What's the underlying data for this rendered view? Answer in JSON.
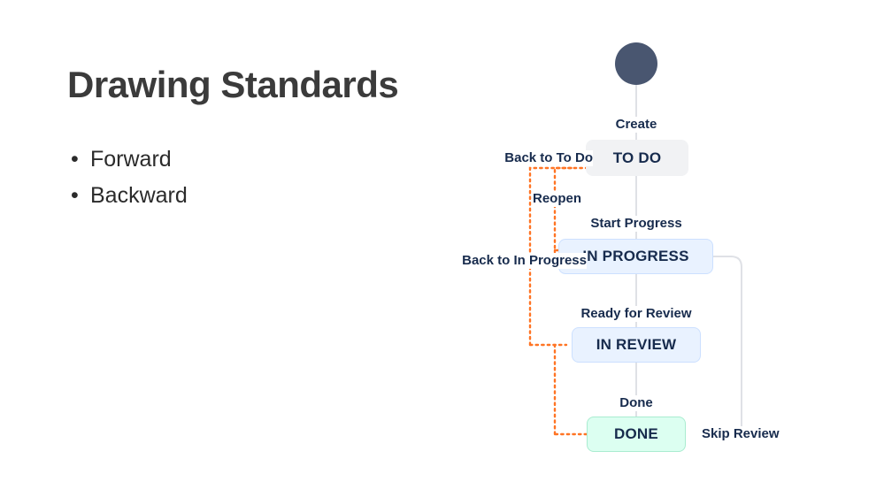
{
  "slide": {
    "title": "Drawing Standards",
    "bullets": [
      {
        "marker": "•",
        "text": "Forward"
      },
      {
        "marker": "•",
        "text": "Backward"
      }
    ]
  },
  "diagram": {
    "name": "jira-workflow-diagram",
    "colors": {
      "start_node": "#495670",
      "todo_fill": "#f1f2f4",
      "blue_fill": "#e9f2ff",
      "blue_border": "#cce0ff",
      "green_fill": "#dcfff1",
      "green_border": "#a9ecd0",
      "forward_edge": "#dfe1e6",
      "backward_edge": "#ff7424",
      "label_text": "#172b4d"
    },
    "start": {
      "name": "start-node"
    },
    "nodes": [
      {
        "id": "todo",
        "label": "TO DO",
        "style": "grey"
      },
      {
        "id": "in-progress",
        "label": "IN PROGRESS",
        "style": "blue"
      },
      {
        "id": "in-review",
        "label": "IN REVIEW",
        "style": "blue"
      },
      {
        "id": "done",
        "label": "DONE",
        "style": "green"
      }
    ],
    "forward_transitions": [
      {
        "id": "create",
        "label": "Create",
        "from": "start",
        "to": "todo"
      },
      {
        "id": "start-progress",
        "label": "Start Progress",
        "from": "todo",
        "to": "in-progress"
      },
      {
        "id": "ready-for-review",
        "label": "Ready for Review",
        "from": "in-progress",
        "to": "in-review"
      },
      {
        "id": "done",
        "label": "Done",
        "from": "in-review",
        "to": "done"
      },
      {
        "id": "skip-review",
        "label": "Skip Review",
        "from": "in-progress",
        "to": "done"
      }
    ],
    "backward_transitions": [
      {
        "id": "back-to-to-do",
        "label": "Back to To Do",
        "from": "in-progress",
        "to": "todo"
      },
      {
        "id": "reopen",
        "label": "Reopen",
        "from": "done",
        "to": "todo"
      },
      {
        "id": "back-to-in-progress",
        "label": "Back to In Progress",
        "from": "in-review",
        "to": "in-progress"
      }
    ]
  }
}
